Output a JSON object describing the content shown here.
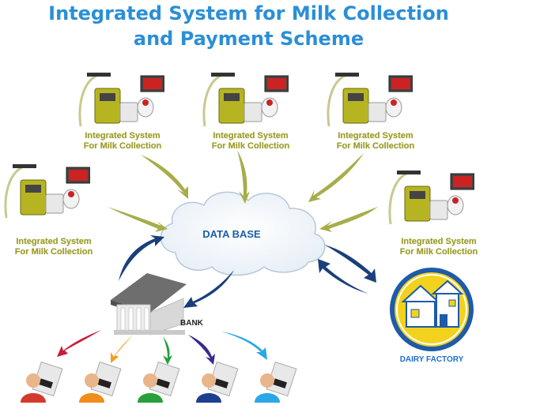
{
  "title": {
    "line1": "Integrated System for Milk Collection",
    "line2": "and Payment Scheme"
  },
  "nodes": {
    "kit_label_line1": "Integrated System",
    "kit_label_line2": "For Milk Collection",
    "database": "DATA BASE",
    "bank": "BANK",
    "dairy_factory": "DAIRY FACTORY"
  },
  "colors": {
    "title": "#2a8fd6",
    "kit_arrow": "#a6ad4a",
    "db_arrow": "#1a3f7a",
    "kit_label": "#9a9a2a",
    "dairy_circle": "#f3d21d",
    "dairy_ring": "#1e5ba8",
    "farmer_shirts": [
      "#d33a2c",
      "#f28c1a",
      "#27a03a",
      "#1d3f8f",
      "#2aa7e6"
    ]
  },
  "icons": [
    "milk-collection-kit-icon",
    "cloud-icon",
    "bank-building-icon",
    "dairy-house-icon",
    "farmer-card-icon"
  ]
}
